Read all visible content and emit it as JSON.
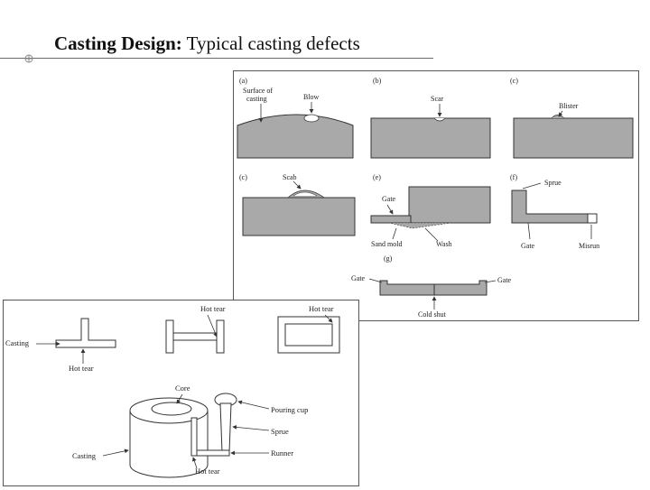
{
  "slide": {
    "title_bold": "Casting Design:",
    "title_rest": " Typical casting defects"
  },
  "top_figure": {
    "panels": {
      "a": {
        "tag": "(a)",
        "labels": [
          "Surface of",
          "casting",
          "Blow"
        ]
      },
      "b": {
        "tag": "(b)",
        "labels": [
          "Scar"
        ]
      },
      "c": {
        "tag": "(c)",
        "labels": [
          "Blister"
        ]
      },
      "d": {
        "tag": "(c)",
        "labels": [
          "Scab"
        ]
      },
      "e": {
        "tag": "(e)",
        "labels": [
          "Gate",
          "Sand mold",
          "Wash"
        ]
      },
      "f": {
        "tag": "(f)",
        "labels": [
          "Sprue",
          "Gate",
          "Misrun"
        ]
      },
      "g": {
        "tag": "(g)",
        "labels": [
          "Gate",
          "Gate",
          "Cold shut"
        ]
      }
    }
  },
  "bottom_figure": {
    "labels": {
      "casting_left": "Casting",
      "hot_tear_1": "Hot tear",
      "hot_tear_2": "Hot tear",
      "hot_tear_3": "Hot tear",
      "core": "Core",
      "pouring_cup": "Pouring cup",
      "sprue": "Sprue",
      "runner": "Runner",
      "casting_bottom": "Casting",
      "hot_tear_4": "Hot tear"
    }
  },
  "colors": {
    "shading": "#a9a9a9",
    "line": "#333333",
    "rule": "#6b6b6b"
  }
}
